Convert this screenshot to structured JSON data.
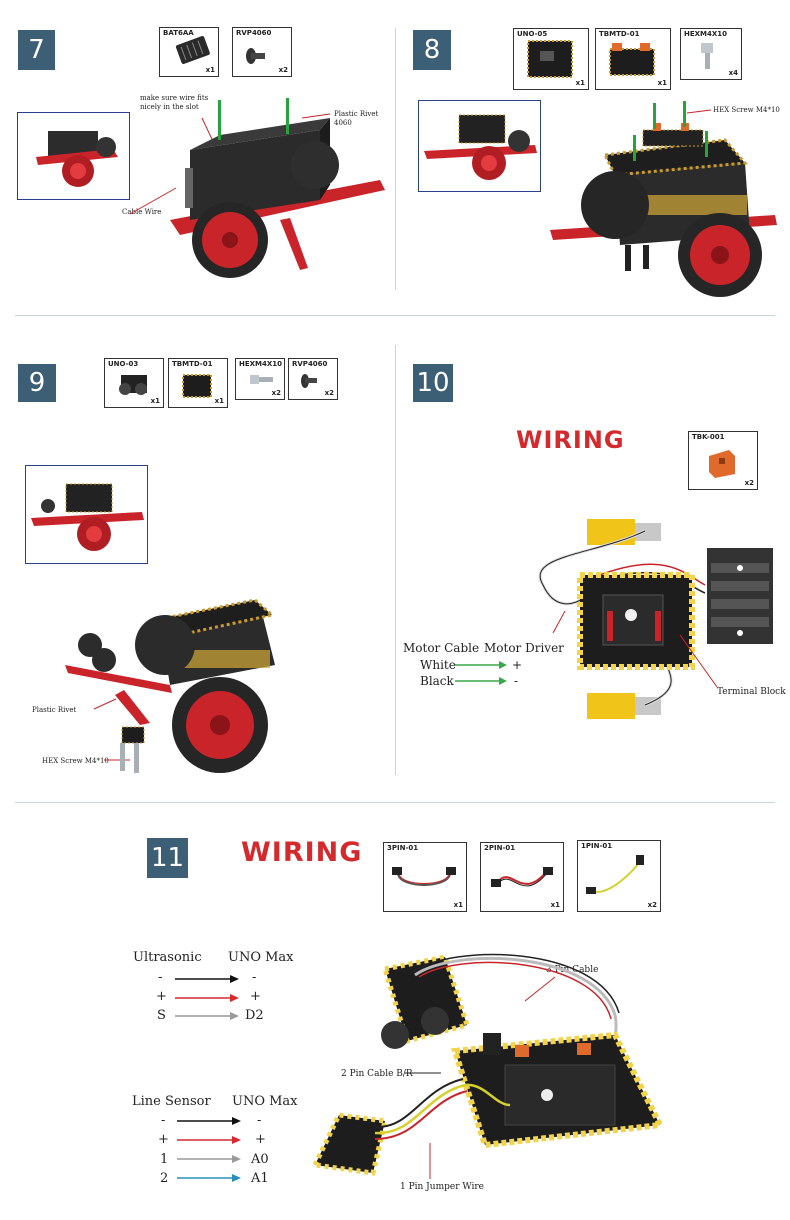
{
  "steps": [
    {
      "number": "7",
      "parts": [
        {
          "code": "BAT6AA",
          "qty": "x1",
          "icon": "battery-holder-icon"
        },
        {
          "code": "RVP4060",
          "qty": "x2",
          "icon": "plastic-rivet-icon"
        }
      ],
      "callouts": {
        "slot_note": "make sure wire fits nicely in the slot",
        "rivet": "Plastic Rivet 4060",
        "cable": "Cable Wire"
      }
    },
    {
      "number": "8",
      "parts": [
        {
          "code": "UNO-05",
          "qty": "x1",
          "icon": "uno-board-icon"
        },
        {
          "code": "TBMTD-01",
          "qty": "x1",
          "icon": "motor-driver-icon"
        },
        {
          "code": "HEXM4X10",
          "qty": "x4",
          "icon": "hex-screw-icon"
        }
      ],
      "callouts": {
        "screw": "HEX Screw M4*10"
      }
    },
    {
      "number": "9",
      "parts": [
        {
          "code": "UNO-03",
          "qty": "x1",
          "icon": "ultrasonic-sensor-icon"
        },
        {
          "code": "TBMTD-01",
          "qty": "x1",
          "icon": "line-sensor-icon"
        },
        {
          "code": "HEXM4X10",
          "qty": "x2",
          "icon": "hex-screw-icon"
        },
        {
          "code": "RVP4060",
          "qty": "x2",
          "icon": "plastic-rivet-icon"
        }
      ],
      "callouts": {
        "rivet": "Plastic Rivet",
        "screw": "HEX Screw M4*10"
      }
    },
    {
      "number": "10",
      "title": "WIRING",
      "parts": [
        {
          "code": "TBK-001",
          "qty": "x2",
          "icon": "terminal-block-icon"
        }
      ],
      "legend": {
        "left_header": "Motor Cable",
        "right_header": "Motor Driver",
        "rows": [
          {
            "from": "White",
            "to": "+",
            "color": "#3aa84a"
          },
          {
            "from": "Black",
            "to": "-",
            "color": "#3aa84a"
          }
        ]
      },
      "callouts": {
        "terminal": "Terminal Block"
      }
    },
    {
      "number": "11",
      "title": "WIRING",
      "parts": [
        {
          "code": "3PIN-01",
          "qty": "x1",
          "icon": "3pin-cable-icon"
        },
        {
          "code": "2PIN-01",
          "qty": "x1",
          "icon": "2pin-cable-icon"
        },
        {
          "code": "1PIN-01",
          "qty": "x2",
          "icon": "1pin-jumper-icon"
        }
      ],
      "ultrasonic_table": {
        "left_header": "Ultrasonic",
        "right_header": "UNO Max",
        "rows": [
          {
            "from": "-",
            "to": "-",
            "color": "#111111"
          },
          {
            "from": "+",
            "to": "+",
            "color": "#d42a2e"
          },
          {
            "from": "S",
            "to": "D2",
            "color": "#9a9a9a"
          }
        ]
      },
      "line_table": {
        "left_header": "Line Sensor",
        "right_header": "UNO Max",
        "rows": [
          {
            "from": "-",
            "to": "-",
            "color": "#111111"
          },
          {
            "from": "+",
            "to": "+",
            "color": "#d42a2e"
          },
          {
            "from": "1",
            "to": "A0",
            "color": "#9a9a9a"
          },
          {
            "from": "2",
            "to": "A1",
            "color": "#2a8fb8"
          }
        ]
      },
      "callouts": {
        "three_pin": "3 Pin Cable",
        "two_pin": "2 Pin Cable B/R",
        "one_pin": "1 Pin Jumper Wire"
      }
    }
  ],
  "colors": {
    "badge": "#3d5f76",
    "accent": "#d42a2e",
    "divider": "#c9d6dc",
    "thumb_border": "#2b3f8f"
  }
}
